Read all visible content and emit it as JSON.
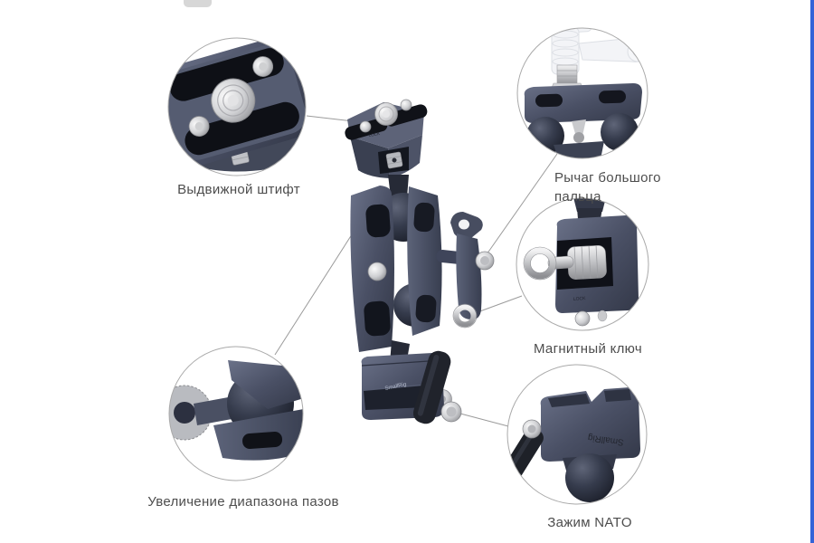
{
  "page": {
    "background_color": "#ffffff",
    "accent_bar_color": "#3463d8"
  },
  "product": {
    "brand": "SmallRig",
    "lock_marking": "LOCK"
  },
  "callouts": {
    "retractable_pin": {
      "label": "Выдвижной штифт"
    },
    "thumb_lever": {
      "label": "Рычаг большого пальца"
    },
    "magnetic_key": {
      "label": "Магнитный ключ"
    },
    "slot_range": {
      "label": "Увеличение диапазона пазов"
    },
    "nato_clamp": {
      "label": "Зажим NATO"
    }
  }
}
